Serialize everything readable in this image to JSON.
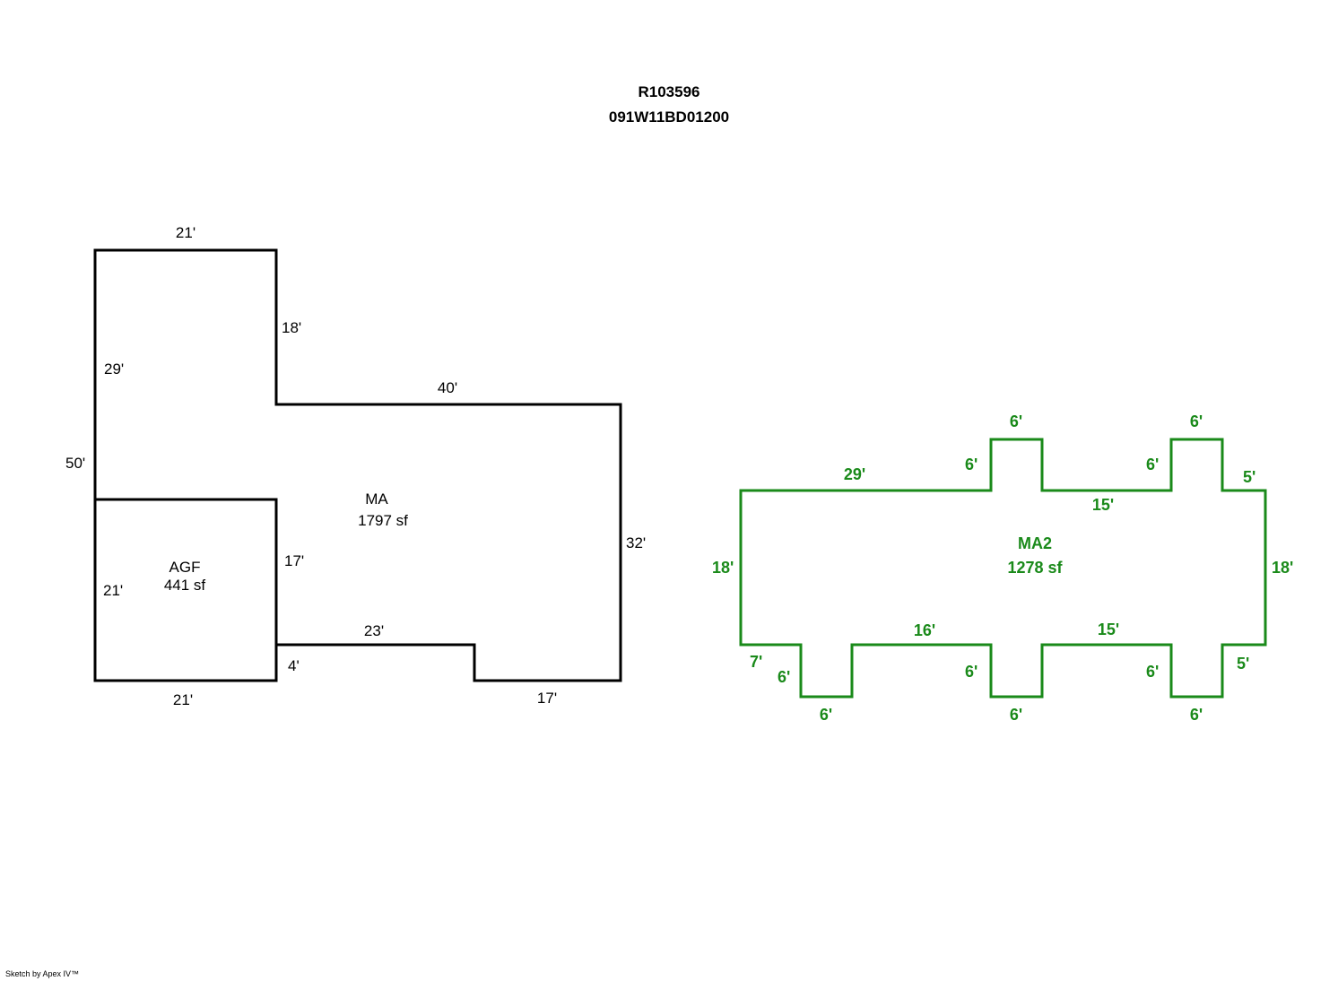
{
  "header": {
    "account": "R103596",
    "parcel": "091W11BD01200"
  },
  "footer": "Sketch by Apex IV™",
  "colors": {
    "main_outline": "#000000",
    "ma2_outline": "#1a8a1a"
  },
  "areas": {
    "ma": {
      "name": "MA",
      "area": "1797 sf"
    },
    "agf": {
      "name": "AGF",
      "area": "441 sf"
    },
    "ma2": {
      "name": "MA2",
      "area": "1278 sf"
    }
  },
  "dims_main": [
    "21'",
    "18'",
    "29'",
    "40'",
    "50'",
    "32'",
    "17'",
    "21'",
    "23'",
    "4'",
    "21'",
    "17'"
  ],
  "dims_ma2": [
    "6'",
    "6'",
    "29'",
    "6'",
    "6'",
    "5'",
    "15'",
    "18'",
    "18'",
    "16'",
    "15'",
    "7'",
    "6'",
    "6'",
    "6'",
    "5'",
    "6'",
    "6'",
    "6'"
  ]
}
